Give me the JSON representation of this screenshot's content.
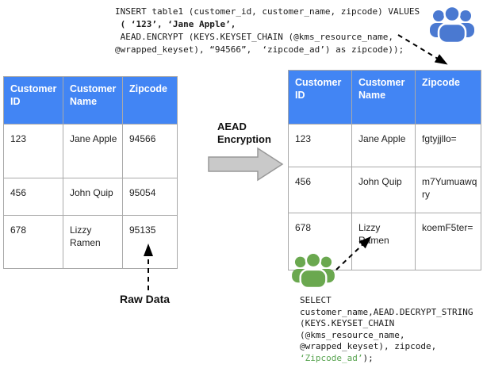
{
  "colors": {
    "table_header_bg": "#4285f4",
    "table_header_text": "#ffffff",
    "table_border": "#a9a9a9",
    "users_icon_blue": "#4a79d1",
    "users_icon_green": "#6aa84f",
    "code_green_text": "#5aa552",
    "block_arrow_fill": "#c9c9c9",
    "block_arrow_stroke": "#989898",
    "dashed_arrow": "#000000"
  },
  "insert_sql": {
    "line1": "INSERT table1 (customer_id, customer_name, zipcode) VALUES",
    "line2": " ( ‘123’, ‘Jane Apple’,",
    "line3": " AEAD.ENCRYPT (KEYS.KEYSET_CHAIN (@kms_resource_name,",
    "line4": "@wrapped_keyset), “94566”,  ‘zipcode_ad’) as zipcode));"
  },
  "select_sql": {
    "line1": "SELECT",
    "line2": "customer_name,AEAD.DECRYPT_STRING",
    "line3": "(KEYS.KEYSET_CHAIN",
    "line4": "(@kms_resource_name,",
    "line5": "@wrapped_keyset), zipcode,",
    "line6_green": "‘Zipcode_ad’",
    "line6_rest": ");"
  },
  "labels": {
    "aead_encryption": "AEAD Encryption",
    "raw_data": "Raw Data"
  },
  "tables": {
    "raw": {
      "headers": [
        "Customer ID",
        "Customer Name",
        "Zipcode"
      ],
      "rows": [
        [
          "123",
          "Jane Apple",
          "94566"
        ],
        [
          "456",
          "John Quip",
          "95054"
        ],
        [
          "678",
          "Lizzy Ramen",
          "95135"
        ]
      ]
    },
    "encrypted": {
      "headers": [
        "Customer ID",
        "Customer Name",
        "Zipcode"
      ],
      "rows": [
        [
          "123",
          "Jane Apple",
          "fgtyjjllo="
        ],
        [
          "456",
          "John Quip",
          "m7Yumuawqry"
        ],
        [
          "678",
          "Lizzy Ramen",
          "koemF5ter="
        ]
      ]
    }
  },
  "icons": {
    "blue_users": "users-group",
    "green_users": "users-group"
  }
}
